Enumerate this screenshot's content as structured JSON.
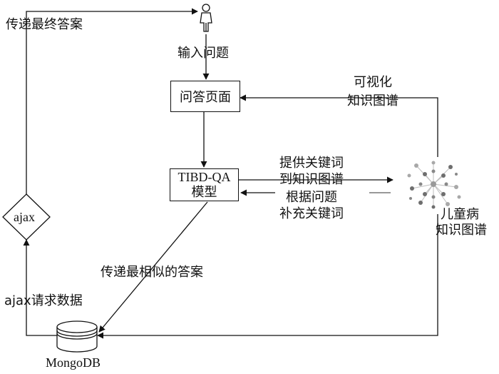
{
  "nodes": {
    "qa_page": "问答页面",
    "model_line1": "TIBD-QA",
    "model_line2": "模型",
    "ajax": "ajax",
    "mongodb": "MongoDB",
    "kg_line1": "儿童病",
    "kg_line2": "知识图谱"
  },
  "edges": {
    "final_answer": "传递最终答案",
    "input_question": "输入问题",
    "visualize_line1": "可视化",
    "visualize_line2": "知识图谱",
    "provide_keywords_line1": "提供关键词",
    "provide_keywords_line2": "到知识图谱",
    "supplement_line1": "根据问题",
    "supplement_line2": "补充关键词",
    "most_similar_answer": "传递最相似的答案",
    "ajax_request": "ajax请求数据"
  },
  "colors": {
    "stroke": "#111111",
    "graph_node": "#6e6e6e",
    "graph_node_light": "#a8a8a8",
    "graph_edge": "#bdbdbd"
  }
}
